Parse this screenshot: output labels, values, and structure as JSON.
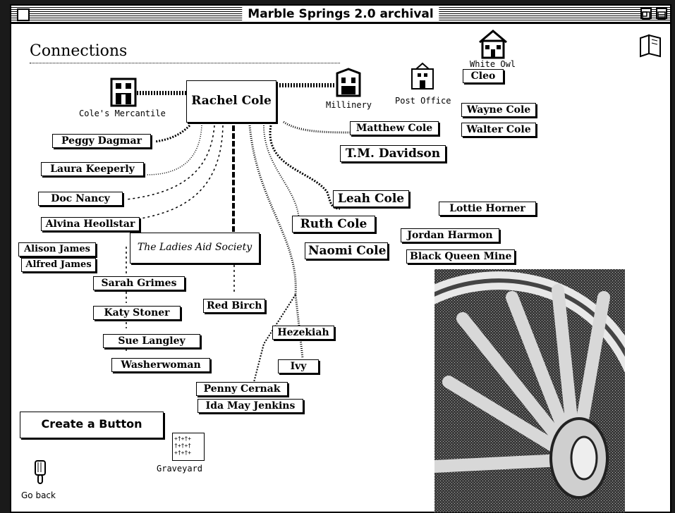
{
  "window": {
    "title": "Marble Springs 2.0 archival"
  },
  "page": {
    "heading": "Connections"
  },
  "center": {
    "label": "Rachel Cole"
  },
  "places": {
    "mercantile": "Cole's Mercantile",
    "millinery": "Millinery",
    "post_office": "Post Office",
    "white_owl": "White Owl",
    "graveyard": "Graveyard"
  },
  "nodes": {
    "cleo": "Cleo",
    "wayne_cole": "Wayne Cole",
    "walter_cole": "Walter Cole",
    "matthew_cole": "Matthew Cole",
    "tm_davidson": "T.M. Davidson",
    "peggy_dagmar": "Peggy Dagmar",
    "laura_keeperly": "Laura Keeperly",
    "doc_nancy": "Doc Nancy",
    "alvina_heollstar": "Alvina Heollstar",
    "alison_james": "Alison James",
    "alfred_james": "Alfred James",
    "ladies_aid": "The Ladies Aid Society",
    "leah_cole": "Leah Cole",
    "ruth_cole": "Ruth Cole",
    "naomi_cole": "Naomi Cole",
    "lottie_horner": "Lottie Horner",
    "jordan_harmon": "Jordan Harmon",
    "black_queen_mine": "Black Queen Mine",
    "sarah_grimes": "Sarah Grimes",
    "katy_stoner": "Katy Stoner",
    "sue_langley": "Sue Langley",
    "washerwoman": "Washerwoman",
    "red_birch": "Red Birch",
    "hezekiah": "Hezekiah",
    "ivy": "Ivy",
    "penny_cernak": "Penny Cernak",
    "ida_may_jenkins": "Ida May Jenkins"
  },
  "buttons": {
    "create": "Create a Button",
    "go_back": "Go back"
  },
  "icons": {
    "close": "close-box-icon",
    "zoom": "zoom-box-icon",
    "collapse": "collapse-box-icon",
    "book": "book-icon",
    "building": "building-icon",
    "house": "house-icon",
    "hand": "pointing-hand-icon",
    "graveyard": "graveyard-icon"
  }
}
